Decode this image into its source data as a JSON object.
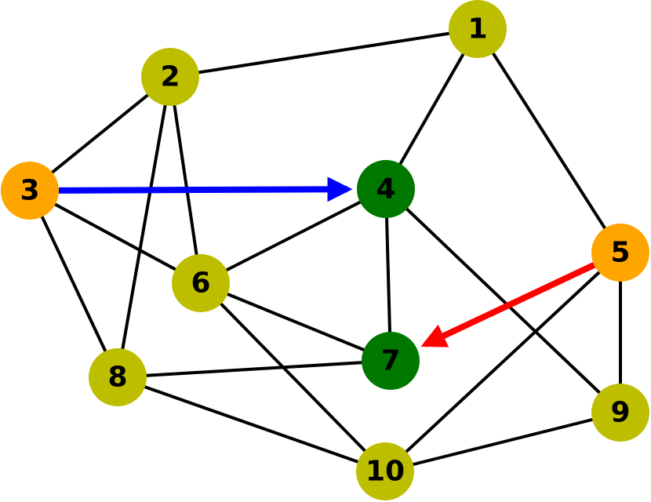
{
  "graph": {
    "colors": {
      "yellow_node": "#BDBE00",
      "orange_node": "#FFA500",
      "green_node": "#007800",
      "blue_arrow": "#0000FF",
      "red_arrow": "#FF0000",
      "edge": "#000000"
    },
    "nodes": [
      {
        "id": "1",
        "label": "1",
        "color": "yellow_node"
      },
      {
        "id": "2",
        "label": "2",
        "color": "yellow_node"
      },
      {
        "id": "3",
        "label": "3",
        "color": "orange_node"
      },
      {
        "id": "4",
        "label": "4",
        "color": "green_node"
      },
      {
        "id": "5",
        "label": "5",
        "color": "orange_node"
      },
      {
        "id": "6",
        "label": "6",
        "color": "yellow_node"
      },
      {
        "id": "7",
        "label": "7",
        "color": "green_node"
      },
      {
        "id": "8",
        "label": "8",
        "color": "yellow_node"
      },
      {
        "id": "9",
        "label": "9",
        "color": "yellow_node"
      },
      {
        "id": "10",
        "label": "10",
        "color": "yellow_node"
      }
    ],
    "edges": [
      [
        "1",
        "2"
      ],
      [
        "1",
        "4"
      ],
      [
        "1",
        "5"
      ],
      [
        "2",
        "3"
      ],
      [
        "2",
        "6"
      ],
      [
        "2",
        "8"
      ],
      [
        "3",
        "6"
      ],
      [
        "3",
        "8"
      ],
      [
        "4",
        "6"
      ],
      [
        "4",
        "7"
      ],
      [
        "4",
        "9"
      ],
      [
        "5",
        "9"
      ],
      [
        "5",
        "10"
      ],
      [
        "6",
        "7"
      ],
      [
        "6",
        "10"
      ],
      [
        "7",
        "8"
      ],
      [
        "8",
        "10"
      ],
      [
        "9",
        "10"
      ]
    ],
    "arrows": [
      {
        "from": "3",
        "to": "4",
        "color": "blue_arrow"
      },
      {
        "from": "5",
        "to": "7",
        "color": "red_arrow"
      }
    ]
  }
}
